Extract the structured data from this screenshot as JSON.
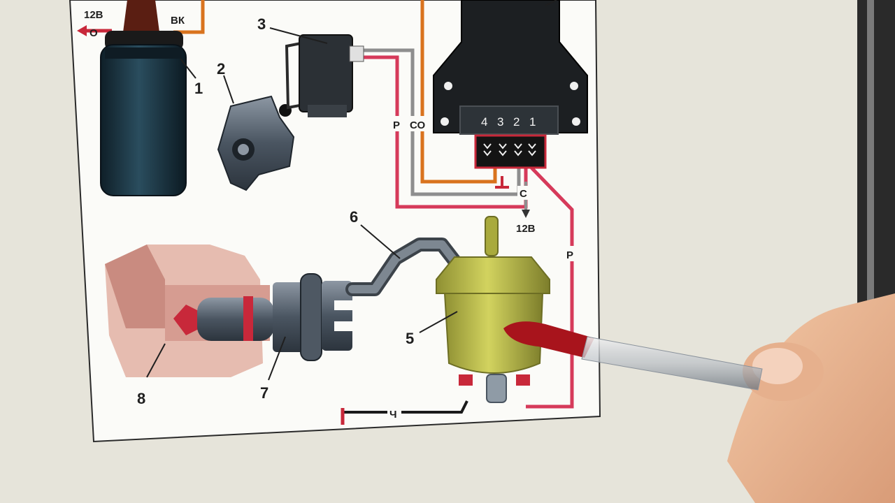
{
  "diagram": {
    "parts": [
      {
        "id": "1",
        "text": "1"
      },
      {
        "id": "2",
        "text": "2"
      },
      {
        "id": "3",
        "text": "3"
      },
      {
        "id": "5",
        "text": "5"
      },
      {
        "id": "6",
        "text": "6"
      },
      {
        "id": "7",
        "text": "7"
      },
      {
        "id": "8",
        "text": "8"
      }
    ],
    "wire_labels": {
      "coil_power": "12В",
      "coil_out_marker": "О",
      "coil_vk": "ВК",
      "wire_p_left": "Р",
      "wire_co": "СО",
      "wire_c": "С",
      "power_12v_bottom": "12В",
      "wire_p_right": "Р",
      "wire_ch": "Ч"
    },
    "connector_pins": [
      "4",
      "3",
      "2",
      "1"
    ]
  },
  "colors": {
    "wire_orange": "#d9731e",
    "wire_gray": "#8e8e8e",
    "wire_red": "#d63a5a",
    "wire_black": "#1a1a1a",
    "coil_body": "#1d3440",
    "valve_body": "#b5b64a",
    "engine_part": "#d9a59a",
    "pen_body": "#a8141c"
  }
}
